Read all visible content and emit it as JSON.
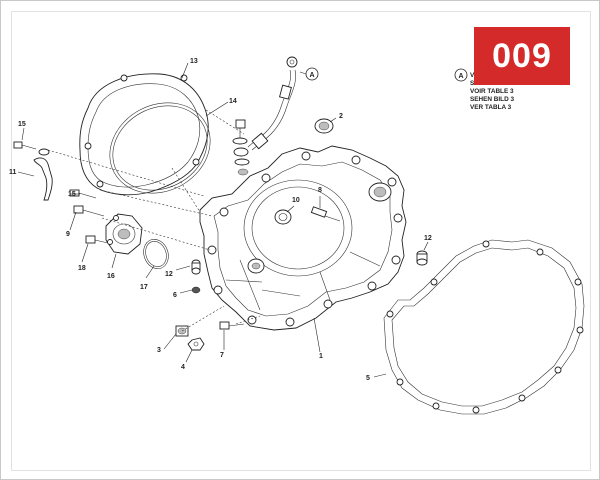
{
  "badge": {
    "text": "009",
    "color": "#d42a2a"
  },
  "note": {
    "marker": "A",
    "lines": [
      "V",
      "S",
      "VOIR TABLE 3",
      "SEHEN BILD 3",
      "VER TABLA 3"
    ]
  },
  "callouts": {
    "c1": "1",
    "c2": "2",
    "c3": "3",
    "c4": "4",
    "c5": "5",
    "c6": "6",
    "c7": "7",
    "c8": "8",
    "c9": "9",
    "c10": "10",
    "c11": "11",
    "c12a": "12",
    "c12b": "12",
    "c13": "13",
    "c14": "14",
    "c15a": "15",
    "c15b": "15",
    "c16": "16",
    "c17": "17",
    "c18": "18"
  },
  "ref_marker": "A"
}
